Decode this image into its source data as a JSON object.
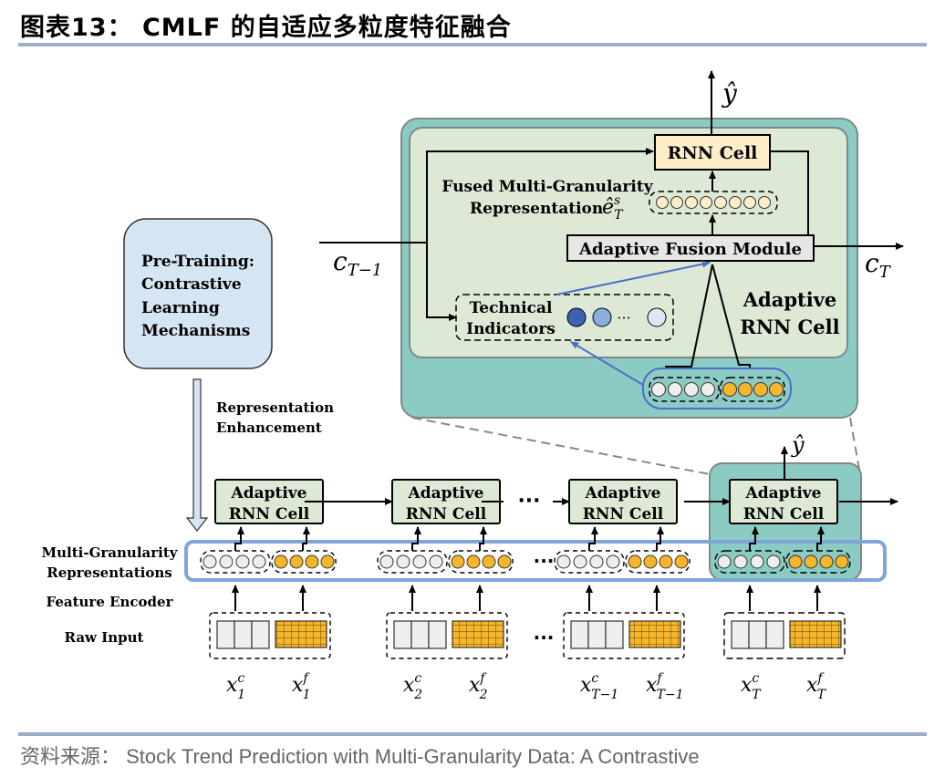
{
  "figure": {
    "title": "图表13： CMLF 的自适应多粒度特征融合",
    "source": "资料来源： Stock Trend Prediction with Multi-Granularity  Data: A Contrastive"
  },
  "colors": {
    "outer_teal": "#8ccbc4",
    "inner_green": "#dde9d5",
    "rnn_cell_fill": "#fdeec9",
    "fusion_fill": "#e6e6e6",
    "pretrain_fill": "#d6e5f4",
    "group_outline_blue": "#7ea6d8",
    "orange": "#f6b52a",
    "light_gray": "#eeeeee",
    "indicator_dark": "#3b63b5",
    "indicator_mid": "#8aaee0",
    "indicator_light": "#dde8f5",
    "blue_arrow": "#4a6fc8",
    "rule": "#98afc9"
  },
  "zoom_cell": {
    "y_hat": "ŷ",
    "rnn_cell": "RNN Cell",
    "fused_line1": "Fused Multi-Granularity",
    "fused_line2": "Representation",
    "fused_symbol": "ê",
    "fused_sup": "s",
    "fused_sub": "T",
    "fusion_module": "Adaptive Fusion Module",
    "technical_line1": "Technical",
    "technical_line2": "Indicators",
    "ellipsis": "···",
    "cell_label_line1": "Adaptive",
    "cell_label_line2": "RNN Cell",
    "c_in": "c",
    "c_in_sub": "T−1",
    "c_out": "c",
    "c_out_sub": "T"
  },
  "pretrain": {
    "lines": [
      "Pre-Training:",
      "Contrastive",
      "Learning",
      "Mechanisms"
    ],
    "arrow_label_line1": "Representation",
    "arrow_label_line2": "Enhancement"
  },
  "row_labels": {
    "mgr_line1": "Multi-Granularity",
    "mgr_line2": "Representations",
    "feature_encoder": "Feature Encoder",
    "raw_input": "Raw Input"
  },
  "timesteps": [
    {
      "cell_line1": "Adaptive",
      "cell_line2": "RNN Cell",
      "xc": "x",
      "xc_sup": "c",
      "xc_sub": "1",
      "xf": "x",
      "xf_sup": "f",
      "xf_sub": "1"
    },
    {
      "cell_line1": "Adaptive",
      "cell_line2": "RNN Cell",
      "xc": "x",
      "xc_sup": "c",
      "xc_sub": "2",
      "xf": "x",
      "xf_sup": "f",
      "xf_sub": "2"
    },
    {
      "cell_line1": "Adaptive",
      "cell_line2": "RNN Cell",
      "xc": "x",
      "xc_sup": "c",
      "xc_sub": "T−1",
      "xf": "x",
      "xf_sup": "f",
      "xf_sub": "T−1"
    },
    {
      "cell_line1": "Adaptive",
      "cell_line2": "RNN Cell",
      "xc": "x",
      "xc_sup": "c",
      "xc_sub": "T",
      "xf": "x",
      "xf_sup": "f",
      "xf_sub": "T"
    }
  ],
  "bottom_y_hat": "ŷ",
  "dots": "···"
}
